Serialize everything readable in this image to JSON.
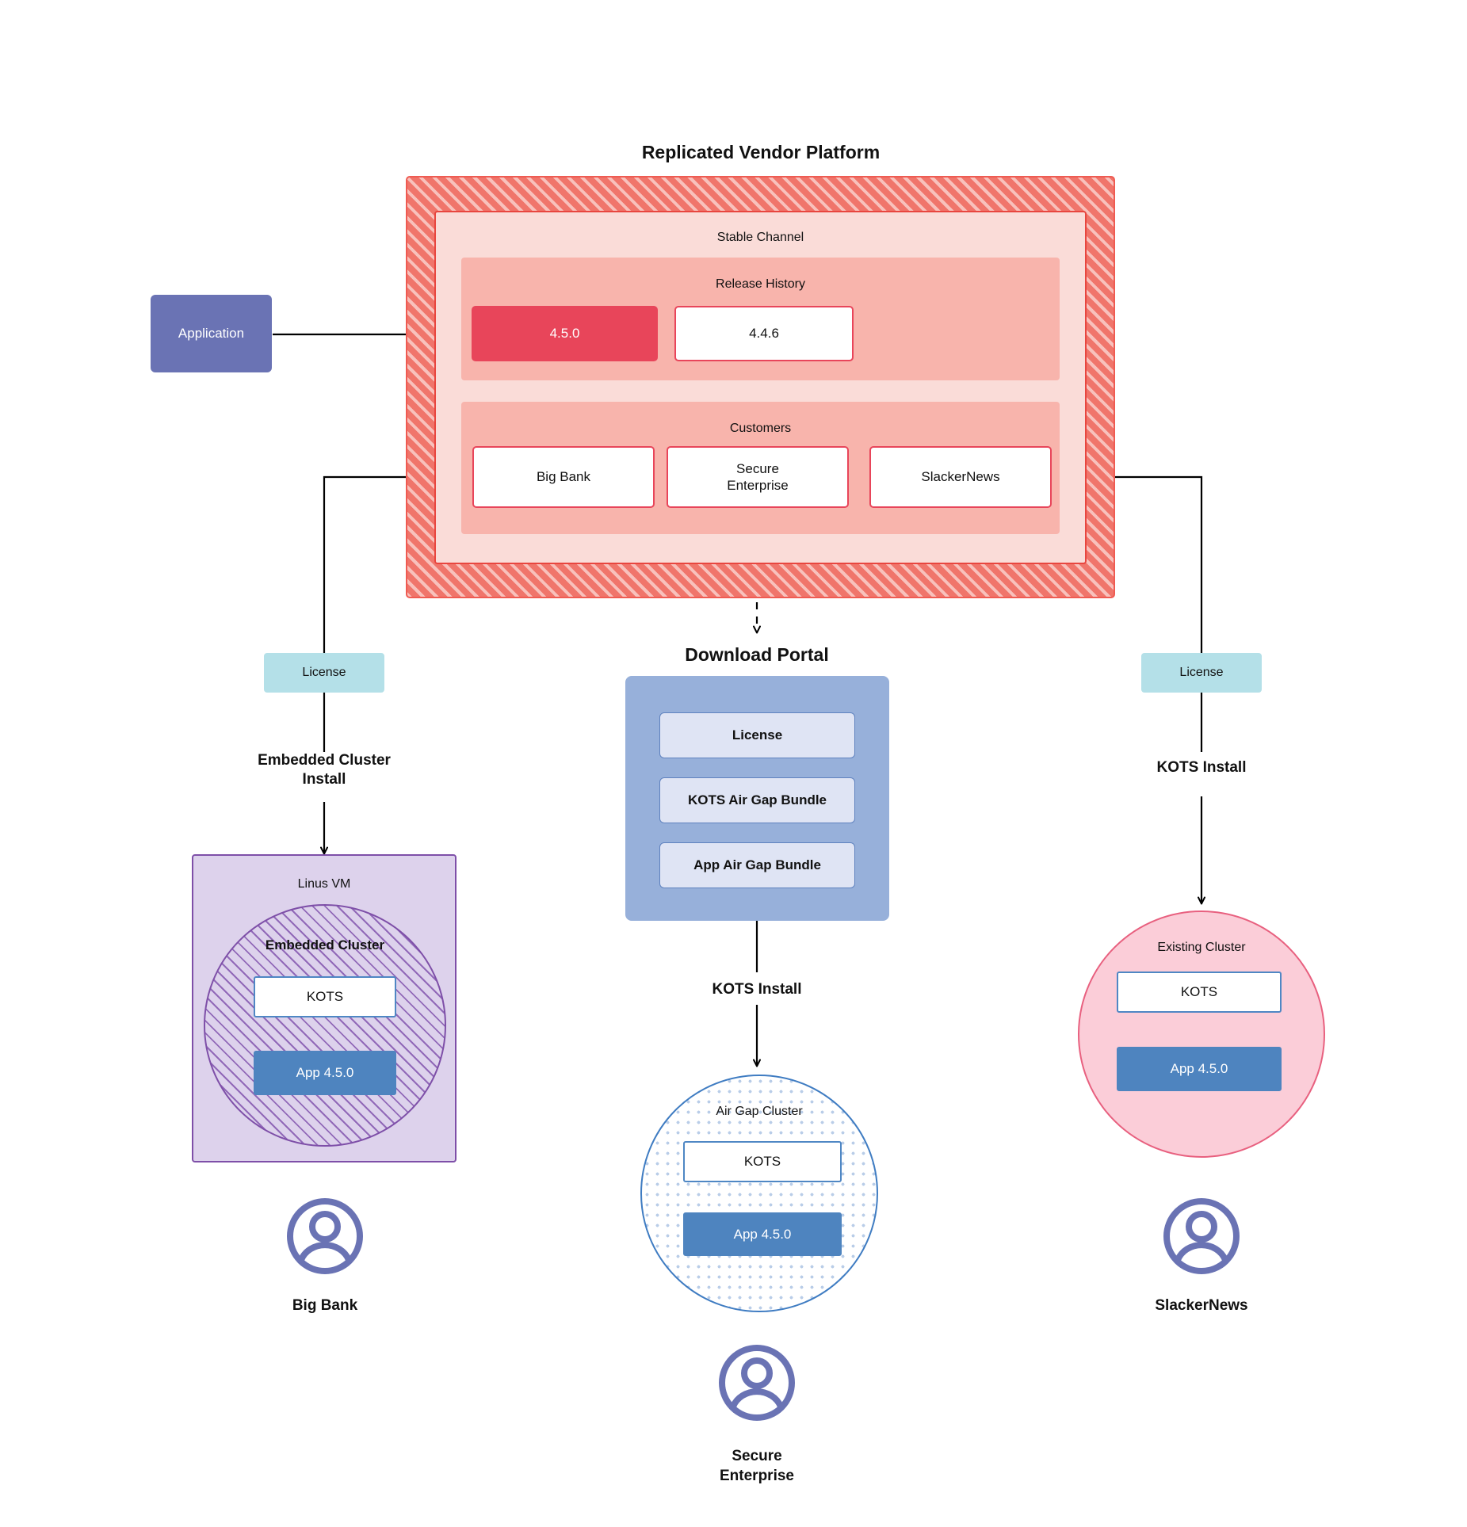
{
  "diagram": {
    "platform": {
      "title": "Replicated Vendor Platform",
      "channel_title": "Stable Channel",
      "release_history": {
        "title": "Release History",
        "releases": [
          {
            "version": "4.5.0",
            "state": "current"
          },
          {
            "version": "4.4.6",
            "state": "previous"
          }
        ]
      },
      "customers": {
        "title": "Customers",
        "items": [
          {
            "name": "Big Bank"
          },
          {
            "name": "Secure\nEnterprise"
          },
          {
            "name": "SlackerNews"
          }
        ]
      }
    },
    "application_node": {
      "label": "Application"
    },
    "download_portal": {
      "title": "Download  Portal",
      "items": [
        {
          "label": "License"
        },
        {
          "label": "KOTS Air Gap Bundle"
        },
        {
          "label": "App Air Gap Bundle"
        }
      ]
    },
    "branches": {
      "left": {
        "license_label": "License",
        "install_label": "Embedded Cluster\nInstall",
        "host_label": "Linus VM",
        "cluster_label": "Embedded Cluster",
        "kots_label": "KOTS",
        "app_label": "App 4.5.0",
        "persona_label": "Big Bank"
      },
      "center": {
        "install_label": "KOTS Install",
        "cluster_label": "Air Gap Cluster",
        "kots_label": "KOTS",
        "app_label": "App 4.5.0",
        "persona_label": "Secure\nEnterprise"
      },
      "right": {
        "license_label": "License",
        "install_label": "KOTS Install",
        "cluster_label": "Existing Cluster",
        "kots_label": "KOTS",
        "app_label": "App 4.5.0",
        "persona_label": "SlackerNews"
      }
    },
    "colors": {
      "platform_fill": "#f0756b",
      "platform_inner": "#fadcd8",
      "sub_panel": "#f8b4ac",
      "release_current": "#e8455a",
      "application": "#6a73b4",
      "license": "#b4e0e8",
      "portal": "#97b0da",
      "portal_item": "#dfe4f4",
      "vm": "#ddd2ec",
      "vm_border": "#7e4fa8",
      "airgap_border": "#3f7cc2",
      "existing_cluster": "#fbcdd8",
      "existing_cluster_border": "#e8607f",
      "kots_border": "#4f87c4",
      "app_version": "#4e84bf",
      "persona": "#6a73b4"
    }
  }
}
